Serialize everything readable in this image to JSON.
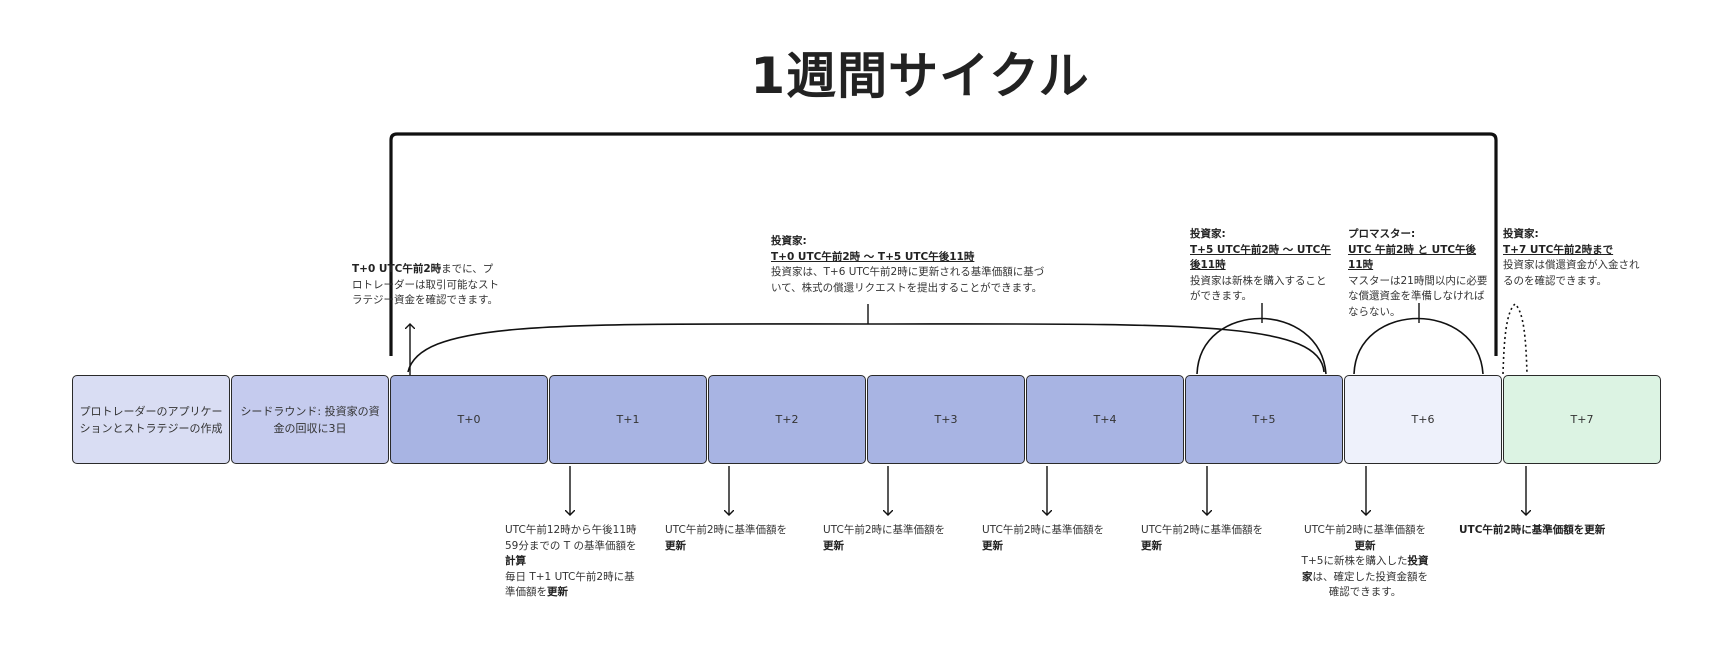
{
  "title": "1週間サイクル",
  "colors": {
    "pre": "#d9ddf3",
    "seed": "#c5cbee",
    "day": "#a8b4e3",
    "t6": "#eef1fb",
    "t7": "#dcf3e3",
    "line": "#111111"
  },
  "pre_cells": {
    "app": "プロトレーダーのアプリケーションとストラテジーの作成",
    "seed": "シードラウンド: 投資家の資金の回収に3日"
  },
  "days": [
    "T+0",
    "T+1",
    "T+2",
    "T+3",
    "T+4",
    "T+5",
    "T+6",
    "T+7"
  ],
  "top_notes": {
    "t0": {
      "bold": "T+0 UTC午前2時",
      "text": "までに、プロトレーダーは取引可能なストラテジー資金を確認できます。"
    },
    "redeem": {
      "heading": "投資家:",
      "period": "T+0 UTC午前2時 ～ T+5 UTC午後11時",
      "text": "投資家は、T+6 UTC午前2時に更新される基準価額に基づいて、株式の償還リクエストを提出することができます。"
    },
    "purchase": {
      "heading": "投資家:",
      "period": "T+5 UTC午前2時 ～ UTC午後11時",
      "text": "投資家は新株を購入することができます。"
    },
    "master": {
      "heading": "プロマスター:",
      "period": "UTC 午前2時 と UTC午後11時",
      "text": "マスターは21時間以内に必要な償還資金を準備しなければならない。"
    },
    "t7": {
      "heading": "投資家:",
      "period": "T+7 UTC午前2時まで",
      "text": "投資家は償還資金が入金されるのを確認できます。"
    }
  },
  "bottom_notes": {
    "t0": {
      "l1": "UTC午前12時から午後11時59分までの T の基準価額を",
      "l1b": "計算",
      "l2": "毎日 T+1 UTC午前2時に基準価額を",
      "l2b": "更新"
    },
    "nav_text": "UTC午前2時に基準価額を",
    "nav_bold": "更新",
    "t6_extra_1": "T+5に新株を購入した",
    "t6_extra_1b": "投資家",
    "t6_extra_2": "は、確定した投資金額を確認できます。",
    "t7_text": "UTC午前2時に基準価額を更新"
  }
}
